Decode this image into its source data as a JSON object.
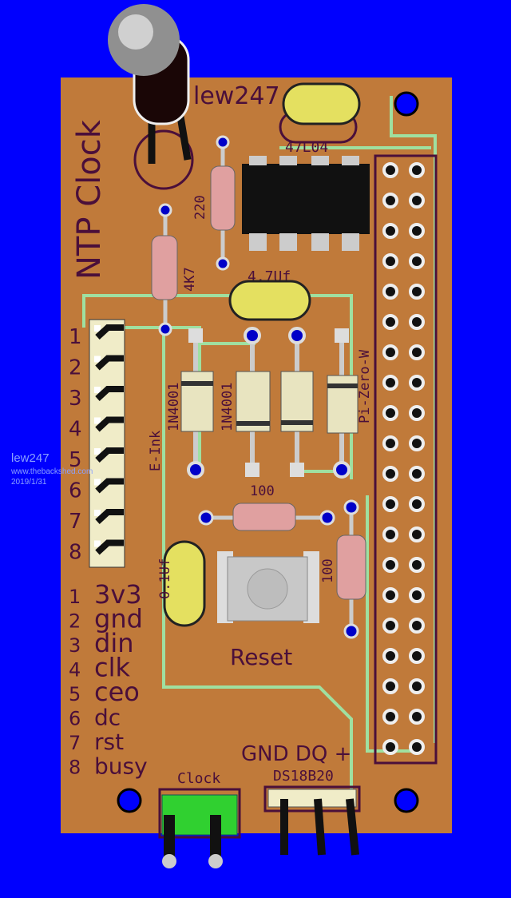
{
  "board": {
    "title": "NTP Clock",
    "author": "lew247",
    "colors": {
      "background": "#0000fe",
      "pcb": "#c07a3a",
      "silk": "#4a0f3a",
      "trace": "#9fe0a0"
    }
  },
  "watermark": {
    "name": "lew247",
    "site": "www.thebackshed.com",
    "date": "2019/1/31"
  },
  "components": {
    "eeprom": "47L04",
    "r_220": "220",
    "r_4k7": "4K7",
    "cap_47": "4.7Uf",
    "diode1": "1N4001",
    "diode2": "1N4001",
    "pi_label": "Pi-Zero-W",
    "eink_label": "E-Ink",
    "r_100_h": "100",
    "r_100_v": "100",
    "cap_01": "0.1Uf",
    "reset": "Reset",
    "sensor": "DS18B20",
    "sensor_pins": "GND DQ +",
    "clock_conn": "Clock"
  },
  "eink_pins": [
    {
      "num": "1",
      "label": "3v3"
    },
    {
      "num": "2",
      "label": "gnd"
    },
    {
      "num": "3",
      "label": "din"
    },
    {
      "num": "4",
      "label": "clk"
    },
    {
      "num": "5",
      "label": "ceo"
    },
    {
      "num": "6",
      "label": "dc"
    },
    {
      "num": "7",
      "label": "rst"
    },
    {
      "num": "8",
      "label": "busy"
    }
  ]
}
